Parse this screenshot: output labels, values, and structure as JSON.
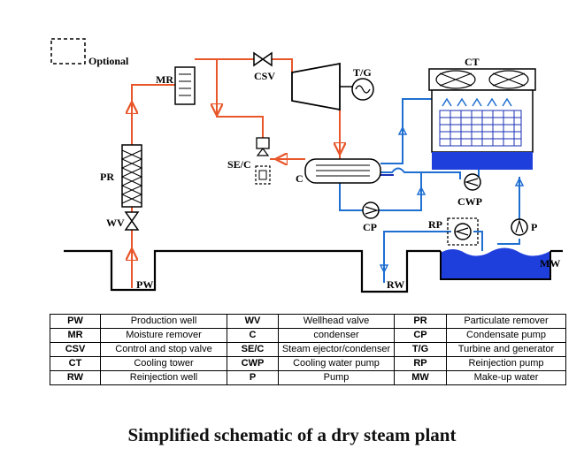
{
  "diagram": {
    "labels": {
      "optional": "Optional",
      "mr": "MR",
      "csv": "CSV",
      "tg": "T/G",
      "ct": "CT",
      "pr": "PR",
      "sec": "SE/C",
      "c": "C",
      "cwp": "CWP",
      "wv": "WV",
      "cp": "CP",
      "rp": "RP",
      "p": "P",
      "mw": "MW",
      "pw": "PW",
      "rw": "RW"
    },
    "colors": {
      "steam": "#e8562a",
      "water": "#1f6fd1",
      "dark_water": "#1a2fb5",
      "ground": "#000000"
    }
  },
  "legend": {
    "rows": [
      [
        {
          "abbr": "PW",
          "name": "Production well"
        },
        {
          "abbr": "WV",
          "name": "Wellhead valve"
        },
        {
          "abbr": "PR",
          "name": "Particulate remover"
        }
      ],
      [
        {
          "abbr": "MR",
          "name": "Moisture remover"
        },
        {
          "abbr": "C",
          "name": "condenser"
        },
        {
          "abbr": "CP",
          "name": "Condensate pump"
        }
      ],
      [
        {
          "abbr": "CSV",
          "name": "Control and stop valve"
        },
        {
          "abbr": "SE/C",
          "name": "Steam ejector/condenser"
        },
        {
          "abbr": "T/G",
          "name": "Turbine and generator"
        }
      ],
      [
        {
          "abbr": "CT",
          "name": "Cooling tower"
        },
        {
          "abbr": "CWP",
          "name": "Cooling water pump"
        },
        {
          "abbr": "RP",
          "name": "Reinjection pump"
        }
      ],
      [
        {
          "abbr": "RW",
          "name": "Reinjection well"
        },
        {
          "abbr": "P",
          "name": "Pump"
        },
        {
          "abbr": "MW",
          "name": "Make-up water"
        }
      ]
    ]
  },
  "caption": "Simplified schematic of a dry steam plant"
}
